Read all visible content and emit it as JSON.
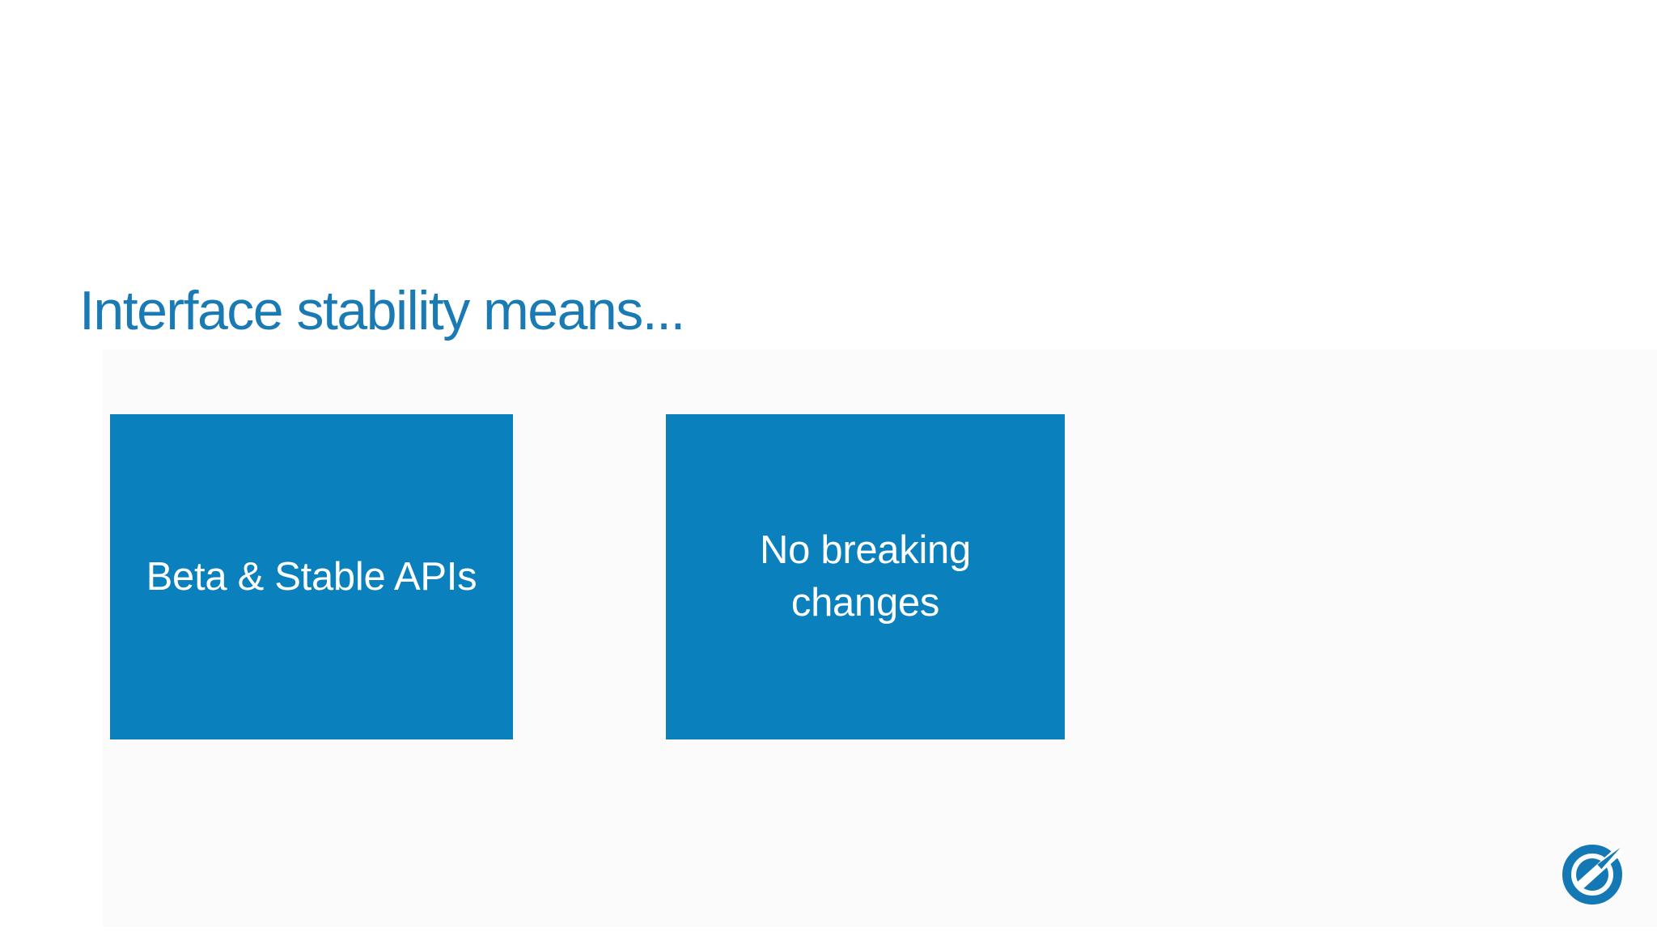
{
  "slide": {
    "title": "Interface stability means...",
    "cards": [
      {
        "lines": [
          "Beta & Stable APIs"
        ]
      },
      {
        "lines": [
          "No breaking",
          "changes"
        ]
      }
    ],
    "logo_icon": "rocket-circle-logo-icon"
  },
  "colors": {
    "title-blue": "#1a7ab3",
    "box-blue": "#0a80bd",
    "logo-blue": "#1478b4",
    "panel-gray": "#fbfbfc",
    "box-text": "#ffffff",
    "background": "#ffffff"
  }
}
